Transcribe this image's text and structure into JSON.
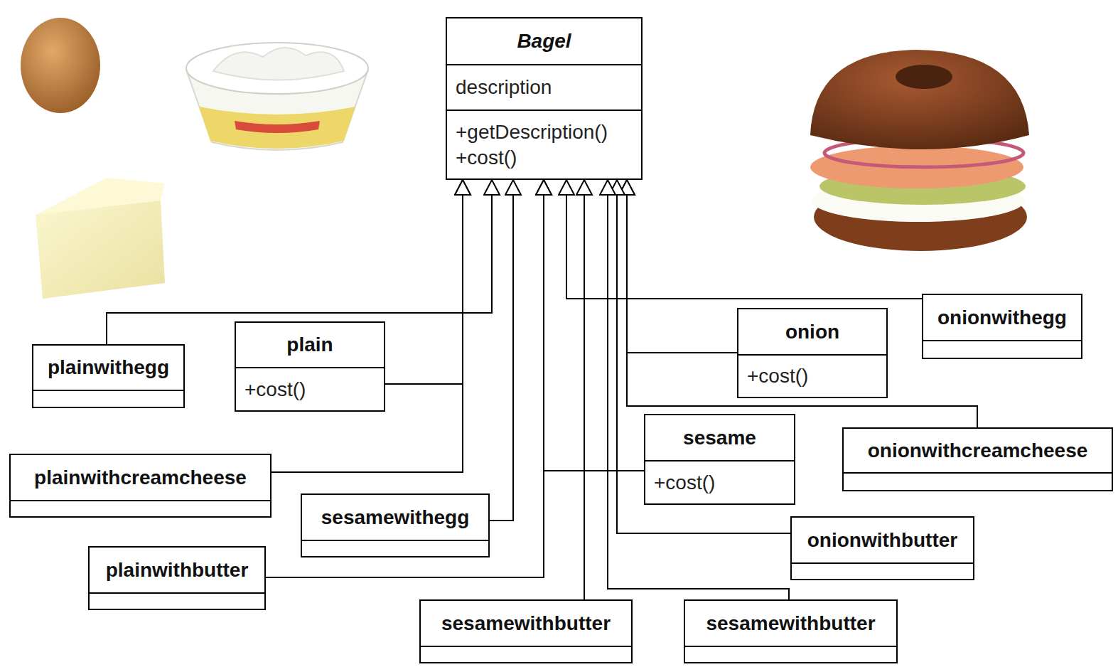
{
  "diagram": {
    "nodes": [
      {
        "text": [
          "Bagel",
          "description",
          "+getDescription()",
          "+cost()"
        ]
      },
      {
        "text": [
          "plainwithegg"
        ]
      },
      {
        "text": [
          "plain",
          "+cost()"
        ]
      },
      {
        "text": [
          "onion",
          "+cost()"
        ]
      },
      {
        "text": [
          "onionwithegg"
        ]
      },
      {
        "text": [
          "sesame",
          "+cost()"
        ]
      },
      {
        "text": [
          "onionwithcreamcheese"
        ]
      },
      {
        "text": [
          "plainwithcreamcheese"
        ]
      },
      {
        "text": [
          "sesamewithegg"
        ]
      },
      {
        "text": [
          "onionwithbutter"
        ]
      },
      {
        "text": [
          "plainwithbutter"
        ]
      },
      {
        "text": [
          "sesamewithbutter"
        ]
      },
      {
        "text": [
          "sesamewithbutter"
        ]
      }
    ],
    "edges": [
      {
        "from": 1,
        "to": 0,
        "arrow": "to"
      },
      {
        "from": 2,
        "to": 0,
        "arrow": "to"
      },
      {
        "from": 3,
        "to": 0,
        "arrow": "to"
      },
      {
        "from": 4,
        "to": 0,
        "arrow": "to"
      },
      {
        "from": 5,
        "to": 0,
        "arrow": "to"
      },
      {
        "from": 6,
        "to": 0,
        "arrow": "to"
      },
      {
        "from": 7,
        "to": 0,
        "arrow": "to"
      },
      {
        "from": 8,
        "to": 0,
        "arrow": "to"
      },
      {
        "from": 9,
        "to": 0,
        "arrow": "to"
      },
      {
        "from": 10,
        "to": 0,
        "arrow": "to"
      },
      {
        "from": 11,
        "to": 0,
        "arrow": "to"
      },
      {
        "from": 12,
        "to": 0,
        "arrow": "to"
      }
    ]
  }
}
